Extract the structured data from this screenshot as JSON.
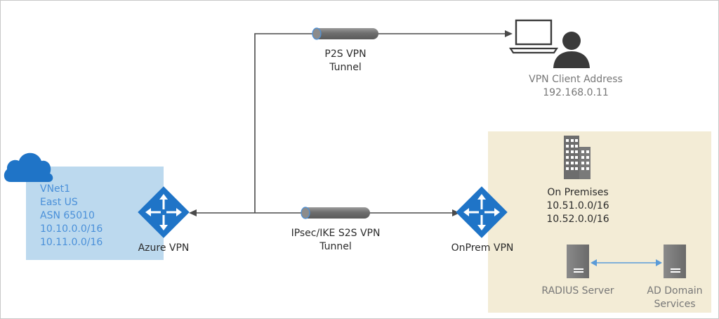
{
  "p2s_tunnel": {
    "line1": "P2S VPN",
    "line2": "Tunnel"
  },
  "s2s_tunnel": {
    "line1": "IPsec/IKE S2S VPN",
    "line2": "Tunnel"
  },
  "vpn_client": {
    "line1": "VPN Client Address",
    "line2": "192.168.0.11"
  },
  "vnet": {
    "lines": [
      "VNet1",
      "East US",
      "ASN 65010",
      "10.10.0.0/16",
      "10.11.0.0/16"
    ]
  },
  "azure_vpn": {
    "label": "Azure VPN"
  },
  "onprem_vpn": {
    "label": "OnPrem VPN"
  },
  "on_premises": {
    "lines": [
      "On Premises",
      "10.51.0.0/16",
      "10.52.0.0/16"
    ]
  },
  "radius_server": {
    "label": "RADIUS Server"
  },
  "ad_domain": {
    "line1": "AD Domain",
    "line2": "Services"
  },
  "colors": {
    "azure_blue": "#1f74c7",
    "vnet_fill": "#bcd9ee",
    "onprem_fill": "#f3ecd6",
    "tunnel_gray": "#7f7f7f",
    "connector": "#4a4a4a"
  }
}
